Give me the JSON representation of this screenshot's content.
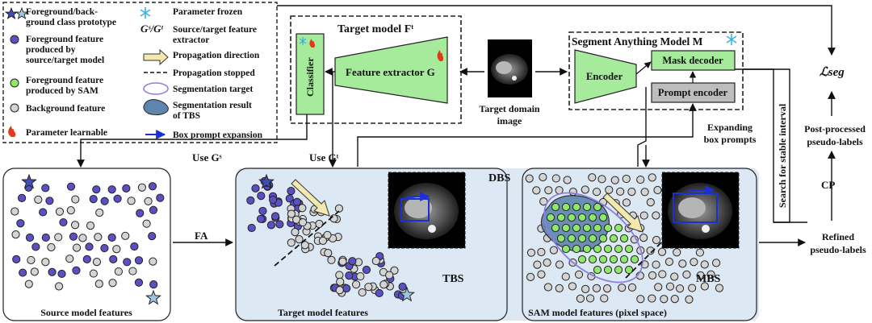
{
  "legend": {
    "items": [
      {
        "icon": "star-icon",
        "text": [
          "Foreground/back-",
          "ground class prototype"
        ]
      },
      {
        "icon": "foreground-dot-icon",
        "text": [
          "Foreground feature",
          "produced by",
          "source/target model"
        ]
      },
      {
        "icon": "sam-dot-icon",
        "text": [
          "Foreground feature",
          "produced by SAM"
        ]
      },
      {
        "icon": "background-dot-icon",
        "text": [
          "Background feature"
        ]
      },
      {
        "icon": "flame-icon",
        "text": [
          "Parameter learnable"
        ]
      },
      {
        "icon": "snowflake-icon",
        "text": [
          "Parameter frozen"
        ]
      },
      {
        "icon": "gs-gt-symbol",
        "text": [
          "Source/target feature",
          "extractor"
        ]
      },
      {
        "icon": "propagation-arrow-icon",
        "text": [
          "Propagation direction"
        ]
      },
      {
        "icon": "dashed-line-icon",
        "text": [
          "Propagation stopped"
        ]
      },
      {
        "icon": "ellipse-icon",
        "text": [
          "Segmentation target"
        ]
      },
      {
        "icon": "blob-icon",
        "text": [
          "Segmentation result",
          "of TBS"
        ]
      },
      {
        "icon": "blue-arrow-icon",
        "text": [
          "Box prompt expansion"
        ]
      }
    ],
    "gs_gt_symbol": "Gˢ/Gᵗ"
  },
  "target_model": {
    "title": "Target model Fᵗ",
    "classifier_label": "Classifier",
    "feature_extractor_label": "Feature extractor G"
  },
  "target_image": {
    "caption": [
      "Target domain",
      "image"
    ]
  },
  "sam": {
    "title": "Segment Anything  Model M",
    "encoder_label": "Encoder",
    "mask_decoder_label": "Mask decoder",
    "prompt_encoder_label": "Prompt encoder"
  },
  "flow": {
    "use_gs": "Use Gˢ",
    "use_gt": "Use Gᵗ",
    "fa": "FA",
    "dbs": "DBS",
    "tbs": "TBS",
    "mbs": "MBS",
    "expanding_box_prompts": [
      "Expanding",
      "box prompts"
    ],
    "search_stable_interval": "Search for stable interval",
    "loss": "ℒseg",
    "post_processed": [
      "Post-processed",
      "pseudo-labels"
    ],
    "cp": "CP",
    "refined": [
      "Refined",
      "pseudo-labels"
    ]
  },
  "panels": {
    "source_caption": "Source model features",
    "target_caption": "Target model features",
    "sam_caption": "SAM model features (pixel space)"
  },
  "colors": {
    "foreground": "#5b4fc4",
    "background_feature": "#d4d4d4",
    "sam_foreground": "#8ee86a",
    "dbs_fill": "#dce8f4",
    "module_green": "#a6eb9c",
    "prompt_gray": "#bdbdbd",
    "arrow_yellow": "#f3e8ae",
    "blob": "#5d86ae"
  }
}
